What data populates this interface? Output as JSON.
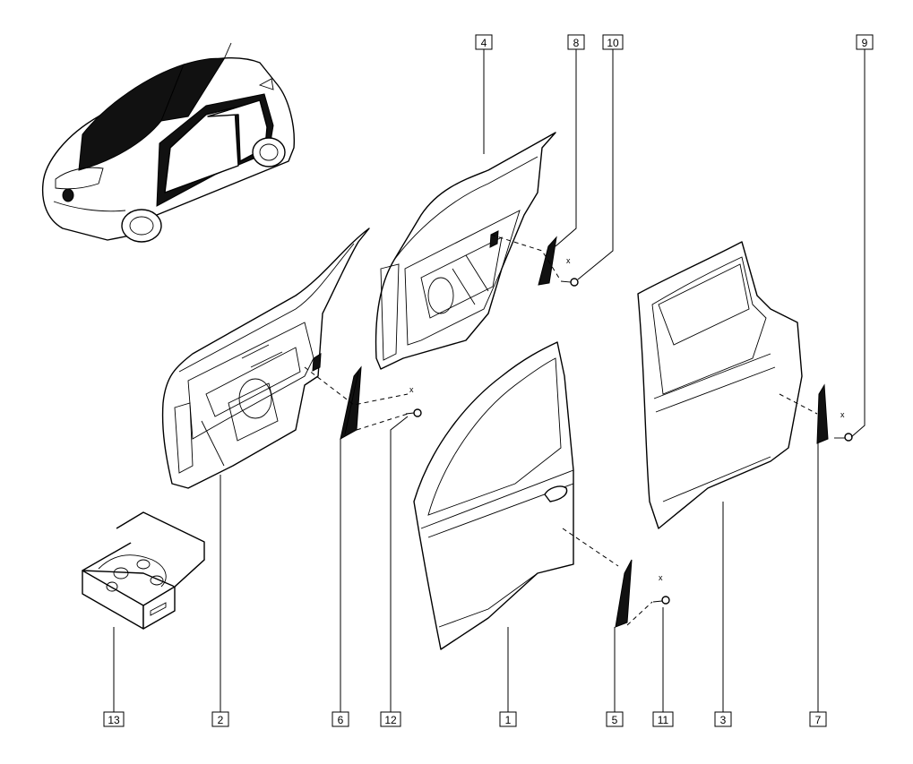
{
  "callouts": [
    {
      "label": "1"
    },
    {
      "label": "2"
    },
    {
      "label": "3"
    },
    {
      "label": "4"
    },
    {
      "label": "5"
    },
    {
      "label": "6"
    },
    {
      "label": "7"
    },
    {
      "label": "8"
    },
    {
      "label": "9"
    },
    {
      "label": "10"
    },
    {
      "label": "11"
    },
    {
      "label": "12"
    },
    {
      "label": "13"
    }
  ],
  "axis_marker": "x"
}
